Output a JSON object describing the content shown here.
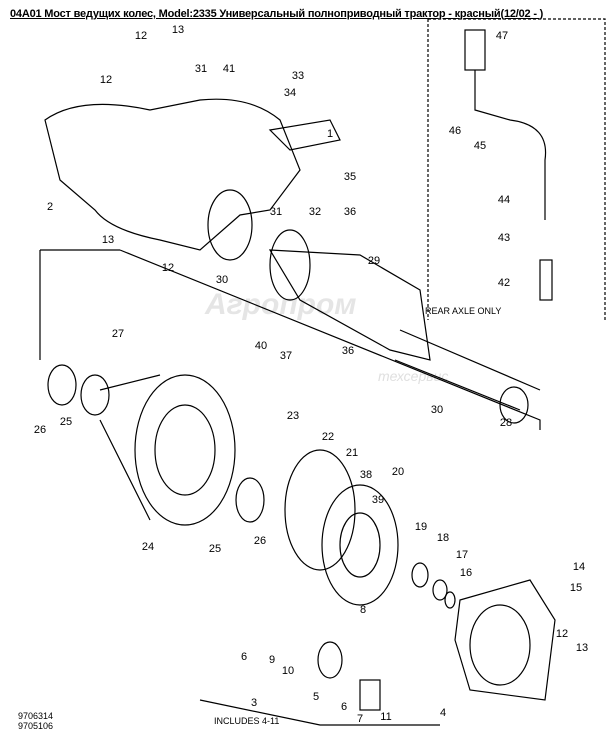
{
  "title": "04A01 Мост ведущих колес, Model:2335 Универсальный полноприводный трактор - красный(12/02 - )",
  "watermark": {
    "main": "Агропром",
    "sub": "техсервис"
  },
  "rear_axle_note": "REAR AXLE ONLY",
  "includes_note": "INCLUDES 4-11",
  "figure_numbers": [
    "9706314",
    "9705106"
  ],
  "callouts": [
    "13",
    "12",
    "31",
    "41",
    "33",
    "34",
    "12",
    "1",
    "2",
    "35",
    "31",
    "32",
    "36",
    "13",
    "12",
    "30",
    "29",
    "40",
    "37",
    "36",
    "27",
    "26",
    "25",
    "30",
    "28",
    "23",
    "22",
    "21",
    "38",
    "20",
    "39",
    "19",
    "18",
    "17",
    "16",
    "24",
    "25",
    "26",
    "8",
    "6",
    "9",
    "10",
    "3",
    "5",
    "6",
    "7",
    "11",
    "4",
    "14",
    "15",
    "12",
    "13",
    "47",
    "46",
    "45",
    "44",
    "43",
    "42"
  ]
}
